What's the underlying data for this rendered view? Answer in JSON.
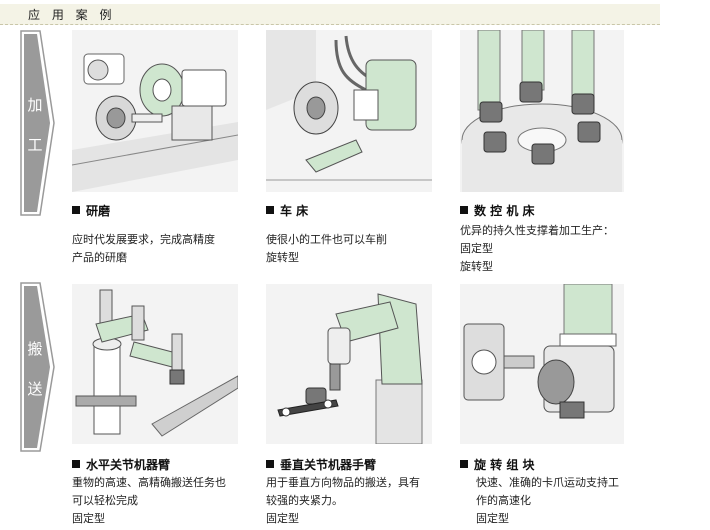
{
  "header": {
    "title": "应 用 案 例"
  },
  "bands": [
    {
      "label_top": "加",
      "label_bottom": "工"
    },
    {
      "label_top": "搬",
      "label_bottom": "送"
    }
  ],
  "cases": [
    {
      "title": "研磨",
      "lines": [
        "应时代发展要求，完成高精度",
        "产品的研磨"
      ]
    },
    {
      "title": "车 床",
      "lines": [
        "使很小的工件也可以车削",
        "旋转型"
      ]
    },
    {
      "title": "数 控 机 床",
      "lines": [
        "优异的持久性支撑着加工生产：",
        "固定型",
        "旋转型"
      ]
    },
    {
      "title": "水平关节机器臂",
      "lines": [
        "重物的高速、高精确搬送任务也",
        "可以轻松完成",
        "固定型"
      ]
    },
    {
      "title": "垂直关节机器手臂",
      "lines": [
        "用于垂直方向物品的搬送，具有",
        "较强的夹紧力。",
        "固定型"
      ]
    },
    {
      "title": "旋 转 组 块",
      "lines": [
        "快速、准确的卡爪运动支持工",
        "作的高速化",
        "固定型"
      ]
    }
  ],
  "colors": {
    "band": "#9a9a9a",
    "accent": "#cfe6cf",
    "header_bg": "#f4f3e6"
  }
}
